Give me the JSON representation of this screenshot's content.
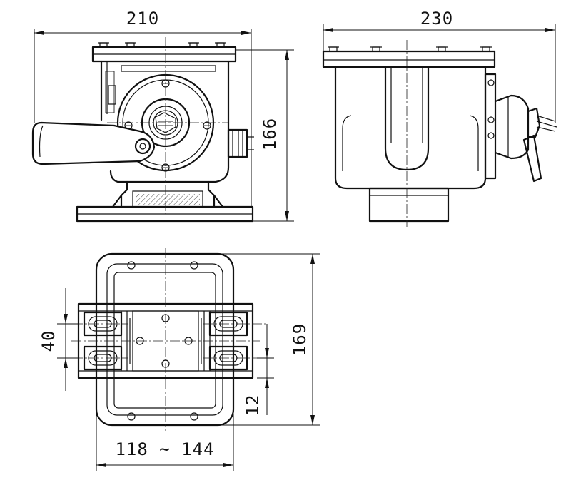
{
  "drawing": {
    "front_view": {
      "width_dim": "210",
      "height_dim": "166"
    },
    "side_view": {
      "width_dim": "230"
    },
    "plan_view": {
      "bolt_spacing_dim": "40",
      "depth_dim": "169",
      "offset_dim": "12",
      "mount_range_dim": "118 ~ 144"
    }
  }
}
